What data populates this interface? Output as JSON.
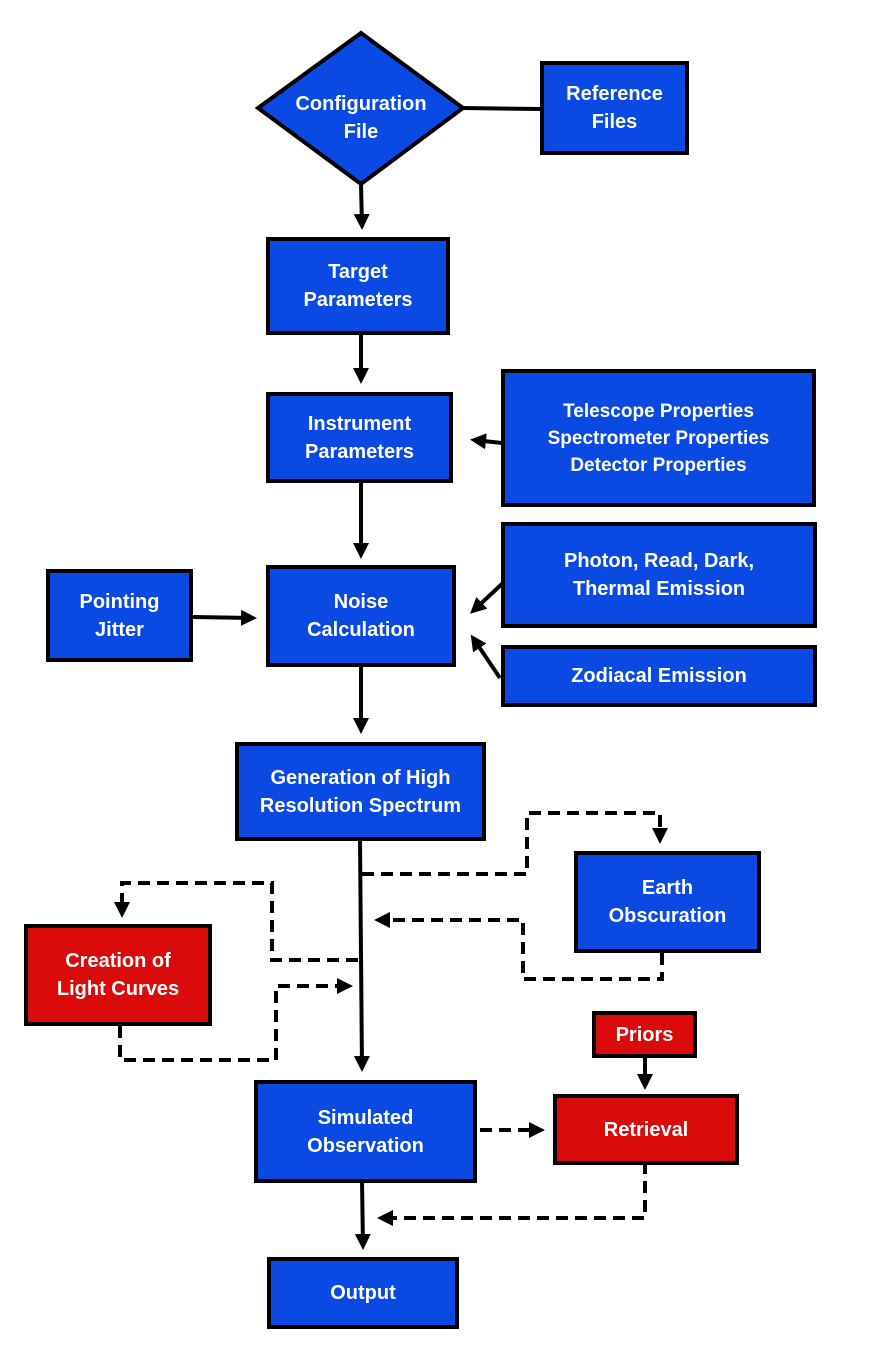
{
  "nodes": {
    "configuration_file": {
      "label": "Configuration\nFile"
    },
    "reference_files": {
      "label": "Reference\nFiles"
    },
    "target_parameters": {
      "label": "Target\nParameters"
    },
    "instrument_parameters": {
      "label": "Instrument\nParameters"
    },
    "instrument_properties": {
      "label": "Telescope Properties\nSpectrometer Properties\nDetector Properties"
    },
    "pointing_jitter": {
      "label": "Pointing\nJitter"
    },
    "noise_calculation": {
      "label": "Noise\nCalculation"
    },
    "noise_sources": {
      "label": "Photon, Read, Dark,\nThermal Emission"
    },
    "zodiacal_emission": {
      "label": "Zodiacal Emission"
    },
    "high_res_spectrum": {
      "label": "Generation of High\nResolution Spectrum"
    },
    "earth_obscuration": {
      "label": "Earth\nObscuration"
    },
    "light_curves": {
      "label": "Creation of\nLight Curves"
    },
    "priors": {
      "label": "Priors"
    },
    "simulated_observation": {
      "label": "Simulated\nObservation"
    },
    "retrieval": {
      "label": "Retrieval"
    },
    "output": {
      "label": "Output"
    }
  },
  "colors": {
    "process": "#0b49e3",
    "retrieval_step": "#d90b0b",
    "connector": "#000000"
  }
}
